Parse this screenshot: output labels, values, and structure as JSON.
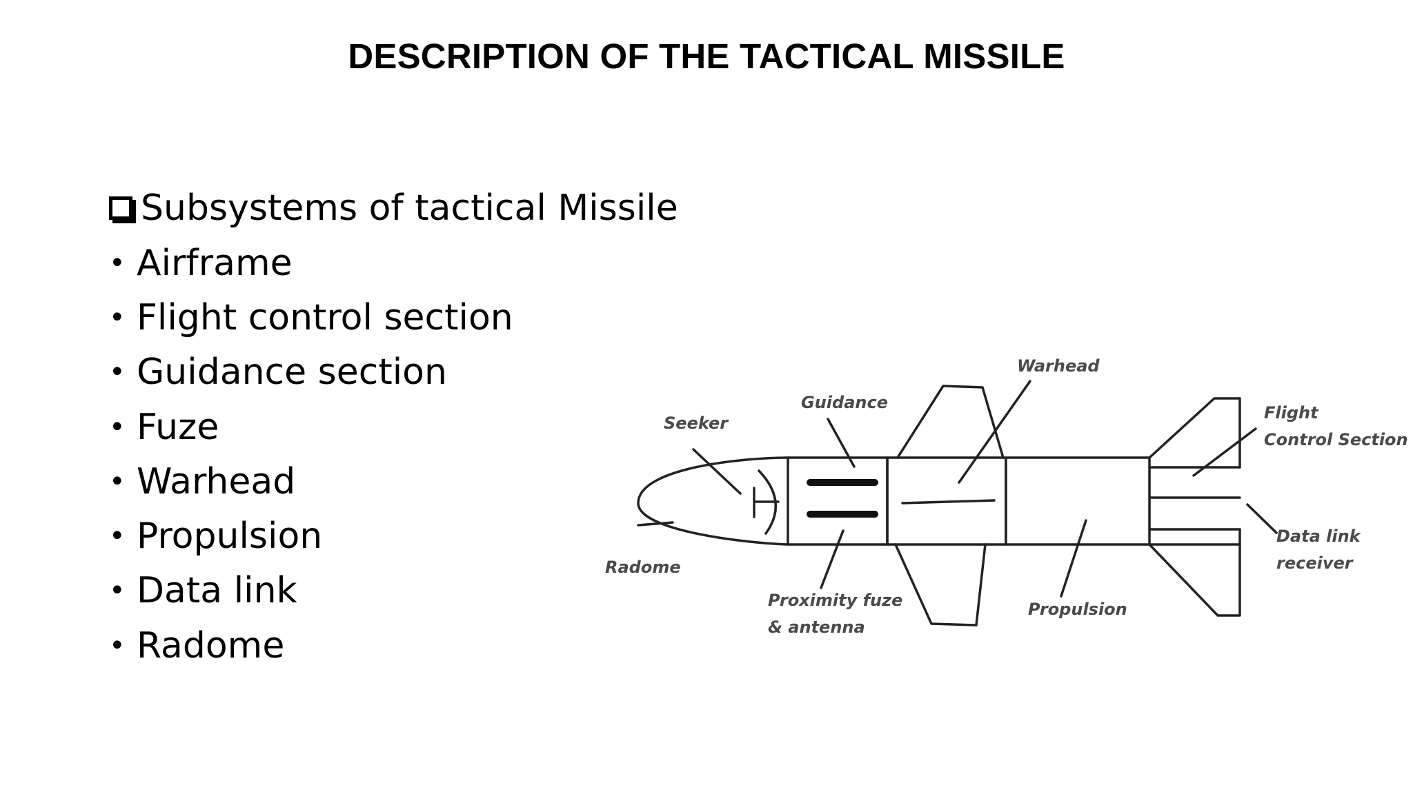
{
  "title": "DESCRIPTION OF THE TACTICAL MISSILE",
  "heading": "Subsystems of tactical Missile",
  "bullets": [
    "Airframe",
    "Flight control section",
    "Guidance section",
    "Fuze",
    "Warhead",
    "Propulsion",
    "Data link",
    "Radome"
  ],
  "diagram": {
    "labels": {
      "seeker": "Seeker",
      "guidance": "Guidance",
      "warhead": "Warhead",
      "flight_line1": "Flight",
      "flight_line2": "Control Section",
      "datalink_line1": "Data link",
      "datalink_line2": "receiver",
      "radome": "Radome",
      "fuze_line1": "Proximity fuze",
      "fuze_line2": "& antenna",
      "propulsion": "Propulsion"
    }
  }
}
